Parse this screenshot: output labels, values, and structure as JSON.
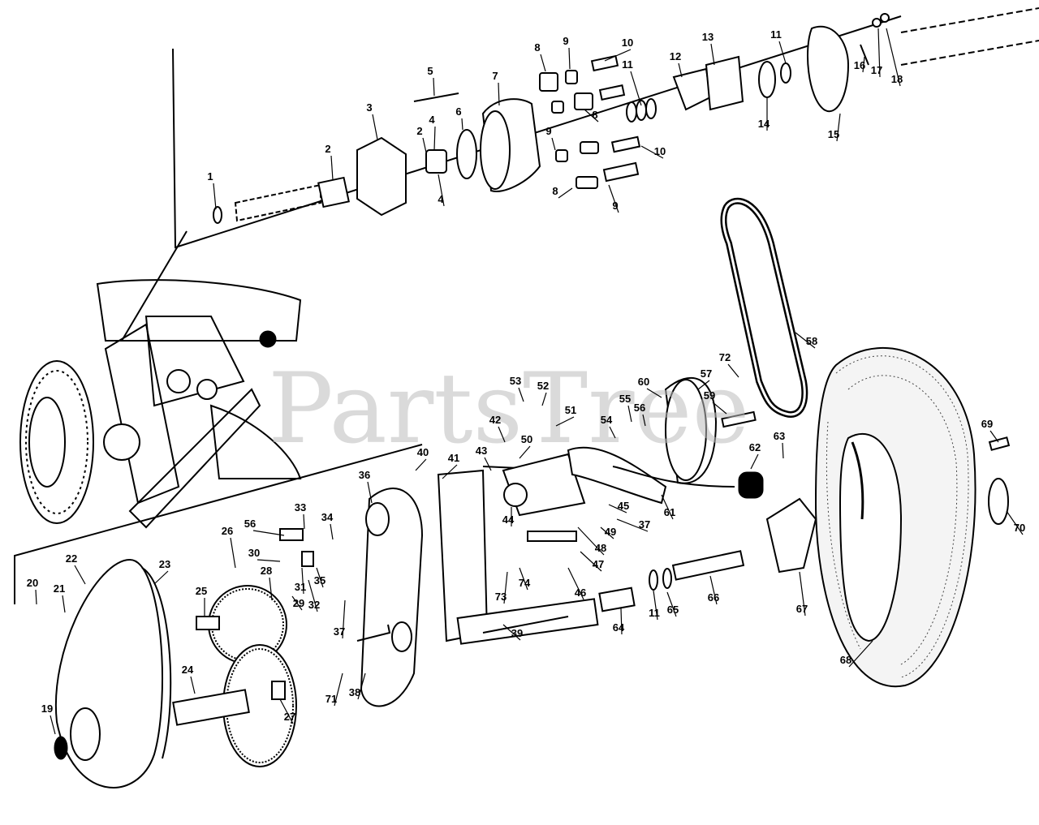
{
  "watermark": "PartsTree",
  "callouts": [
    {
      "id": "c1",
      "text": "1"
    },
    {
      "id": "c2a",
      "text": "2"
    },
    {
      "id": "c2b",
      "text": "2"
    },
    {
      "id": "c3",
      "text": "3"
    },
    {
      "id": "c4a",
      "text": "4"
    },
    {
      "id": "c4b",
      "text": "4"
    },
    {
      "id": "c5",
      "text": "5"
    },
    {
      "id": "c6",
      "text": "6"
    },
    {
      "id": "c7",
      "text": "7"
    },
    {
      "id": "c8a",
      "text": "8"
    },
    {
      "id": "c8b",
      "text": "8"
    },
    {
      "id": "c8c",
      "text": "8"
    },
    {
      "id": "c9a",
      "text": "9"
    },
    {
      "id": "c9b",
      "text": "9"
    },
    {
      "id": "c9c",
      "text": "9"
    },
    {
      "id": "c10a",
      "text": "10"
    },
    {
      "id": "c10b",
      "text": "10"
    },
    {
      "id": "c11a",
      "text": "11"
    },
    {
      "id": "c11b",
      "text": "11"
    },
    {
      "id": "c11c",
      "text": "11"
    },
    {
      "id": "c12",
      "text": "12"
    },
    {
      "id": "c13",
      "text": "13"
    },
    {
      "id": "c14",
      "text": "14"
    },
    {
      "id": "c15",
      "text": "15"
    },
    {
      "id": "c16",
      "text": "16"
    },
    {
      "id": "c17",
      "text": "17"
    },
    {
      "id": "c18",
      "text": "18"
    },
    {
      "id": "c19",
      "text": "19"
    },
    {
      "id": "c20",
      "text": "20"
    },
    {
      "id": "c21",
      "text": "21"
    },
    {
      "id": "c22",
      "text": "22"
    },
    {
      "id": "c23",
      "text": "23"
    },
    {
      "id": "c24",
      "text": "24"
    },
    {
      "id": "c25",
      "text": "25"
    },
    {
      "id": "c26",
      "text": "26"
    },
    {
      "id": "c27",
      "text": "27"
    },
    {
      "id": "c28",
      "text": "28"
    },
    {
      "id": "c29",
      "text": "29"
    },
    {
      "id": "c30",
      "text": "30"
    },
    {
      "id": "c31",
      "text": "31"
    },
    {
      "id": "c32",
      "text": "32"
    },
    {
      "id": "c33",
      "text": "33"
    },
    {
      "id": "c34",
      "text": "34"
    },
    {
      "id": "c35",
      "text": "35"
    },
    {
      "id": "c36",
      "text": "36"
    },
    {
      "id": "c37a",
      "text": "37"
    },
    {
      "id": "c37b",
      "text": "37"
    },
    {
      "id": "c38",
      "text": "38"
    },
    {
      "id": "c39",
      "text": "39"
    },
    {
      "id": "c40",
      "text": "40"
    },
    {
      "id": "c41",
      "text": "41"
    },
    {
      "id": "c42",
      "text": "42"
    },
    {
      "id": "c43",
      "text": "43"
    },
    {
      "id": "c44",
      "text": "44"
    },
    {
      "id": "c45",
      "text": "45"
    },
    {
      "id": "c46",
      "text": "46"
    },
    {
      "id": "c47",
      "text": "47"
    },
    {
      "id": "c48",
      "text": "48"
    },
    {
      "id": "c49",
      "text": "49"
    },
    {
      "id": "c50",
      "text": "50"
    },
    {
      "id": "c51",
      "text": "51"
    },
    {
      "id": "c52",
      "text": "52"
    },
    {
      "id": "c53",
      "text": "53"
    },
    {
      "id": "c54",
      "text": "54"
    },
    {
      "id": "c55",
      "text": "55"
    },
    {
      "id": "c56a",
      "text": "56"
    },
    {
      "id": "c56b",
      "text": "56"
    },
    {
      "id": "c57",
      "text": "57"
    },
    {
      "id": "c58",
      "text": "58"
    },
    {
      "id": "c59",
      "text": "59"
    },
    {
      "id": "c60",
      "text": "60"
    },
    {
      "id": "c61",
      "text": "61"
    },
    {
      "id": "c62",
      "text": "62"
    },
    {
      "id": "c63",
      "text": "63"
    },
    {
      "id": "c64",
      "text": "64"
    },
    {
      "id": "c65",
      "text": "65"
    },
    {
      "id": "c66",
      "text": "66"
    },
    {
      "id": "c67",
      "text": "67"
    },
    {
      "id": "c68",
      "text": "68"
    },
    {
      "id": "c69",
      "text": "69"
    },
    {
      "id": "c70",
      "text": "70"
    },
    {
      "id": "c71",
      "text": "71"
    },
    {
      "id": "c72",
      "text": "72"
    },
    {
      "id": "c73",
      "text": "73"
    },
    {
      "id": "c74",
      "text": "74"
    }
  ]
}
